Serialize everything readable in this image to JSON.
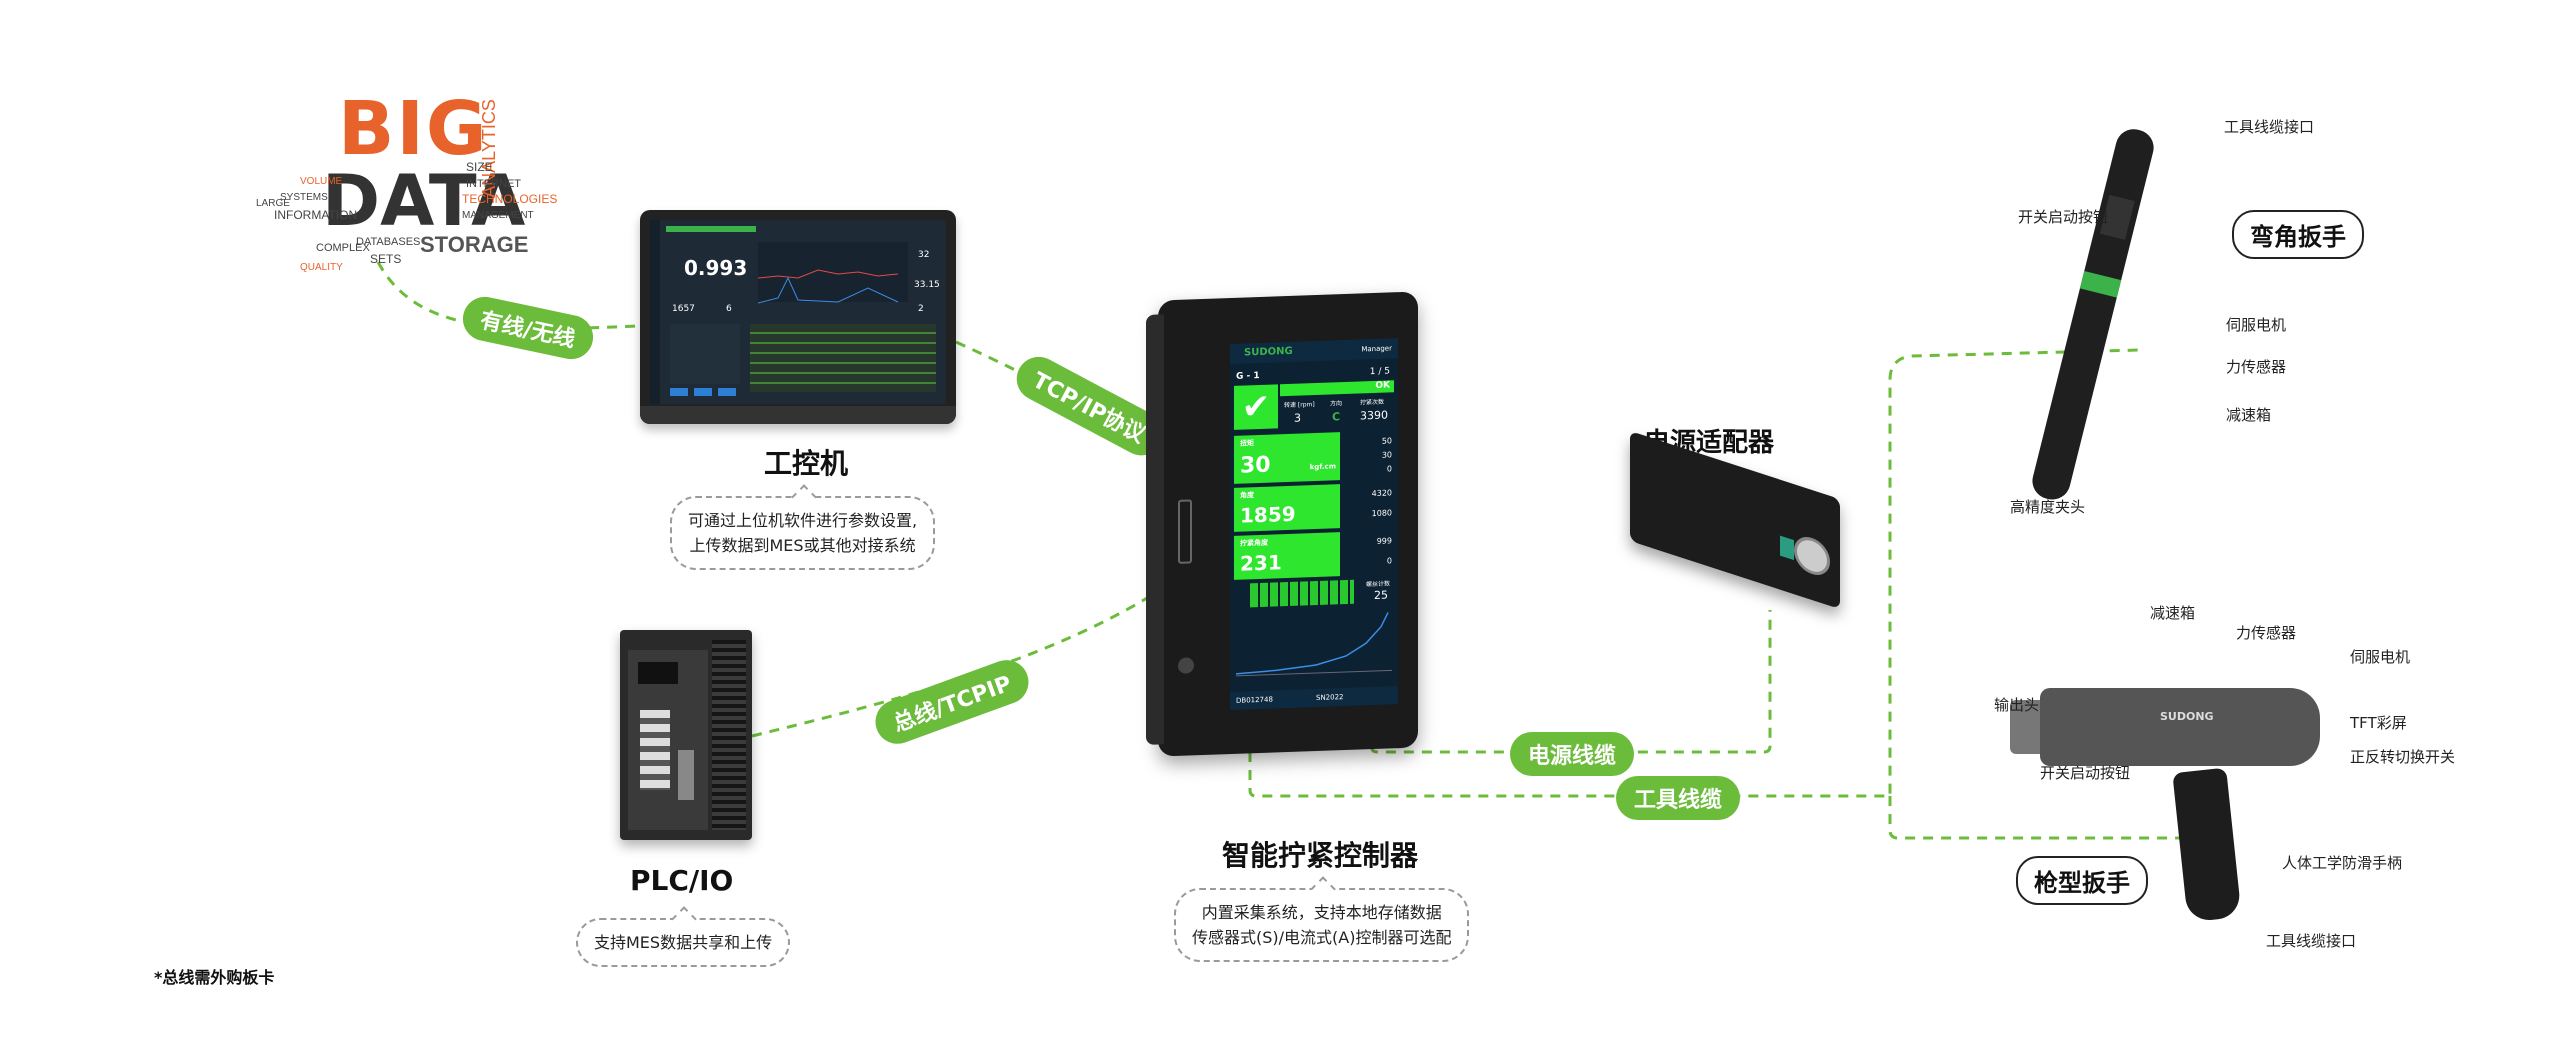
{
  "bigdata": {
    "line1": "BIG",
    "line2": "DATA",
    "words": [
      "ANALYTICS",
      "STORAGE",
      "TECHNOLOGIES",
      "INFORMATION",
      "DATABASES",
      "COMPLEX",
      "INTERNET",
      "SYSTEMS",
      "SETS",
      "QUALITY",
      "VOLUME",
      "SIZE",
      "LARGE",
      "MANAGEMENT"
    ]
  },
  "links": {
    "wired": "有线/无线",
    "tcpip": "TCP/IP协议",
    "bus": "总线/TCPIP",
    "power_cable": "电源线缆",
    "tool_cable": "工具线缆"
  },
  "ipc": {
    "title": "工控机",
    "desc_line1": "可通过上位机软件进行参数设置,",
    "desc_line2": "上传数据到MES或其他对接系统",
    "screen_value": "0.993",
    "screen_v2": "1657",
    "screen_v3": "6",
    "screen_v4": "32",
    "screen_v5": "33.15",
    "screen_v6": "2"
  },
  "plc": {
    "title": "PLC/IO",
    "desc": "支持MES数据共享和上传"
  },
  "controller": {
    "title": "智能拧紧控制器",
    "desc_line1": "内置采集系统，支持本地存储数据",
    "desc_line2": "传感器式(S)/电流式(A)控制器可选配",
    "screen": {
      "brand": "SUDONG",
      "manager": "Manager",
      "group": "G - 1",
      "page": "1  /  5",
      "status": "OK",
      "speed_label": "转速 [rpm]",
      "speed": "3",
      "dir_label": "方向",
      "dir": "C",
      "total_label": "拧紧次数",
      "total": "3390",
      "torque_label": "扭矩",
      "torque": "30",
      "torque_unit": "kgf.cm",
      "angle_label": "角度",
      "angle": "1859",
      "time_label": "拧紧角度",
      "time": "231",
      "r1": "50",
      "r2": "30",
      "r3": "0",
      "r4": "4320",
      "r5": "1080",
      "r6": "999",
      "r7": "0",
      "count_label": "螺丝计数",
      "count": "25",
      "serial": "DB012748",
      "code": "SN2022"
    }
  },
  "adapter": {
    "title": "电源适配器"
  },
  "right_tool": {
    "tag": "弯角扳手",
    "labels": [
      "工具线缆接口",
      "开关启动按钮",
      "伺服电机",
      "力传感器",
      "减速箱",
      "高精度夹头"
    ]
  },
  "gun_tool": {
    "tag": "枪型扳手",
    "labels": [
      "减速箱",
      "力传感器",
      "伺服电机",
      "输出头",
      "TFT彩屏",
      "正反转切换开关",
      "开关启动按钮",
      "人体工学防滑手柄",
      "工具线缆接口"
    ],
    "brand": "SUDONG"
  },
  "footnote": "*总线需外购板卡",
  "colors": {
    "accent_green": "#6cbc3c",
    "screen_green": "#2ee62e",
    "orange": "#e8632b"
  }
}
